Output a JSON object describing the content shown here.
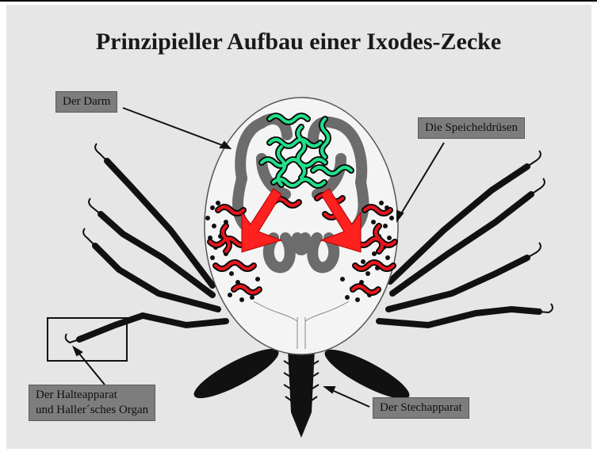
{
  "title": "Prinzipieller Aufbau einer Ixodes-Zecke",
  "labels": {
    "darm": "Der Darm",
    "speicheldruesen": "Die Speicheldrüsen",
    "halteapparat_line1": "Der Halteapparat",
    "halteapparat_line2": "und Haller´sches Organ",
    "stechapparat": "Der Stechapparat"
  },
  "colors": {
    "background": "#e6e6e6",
    "label_box": "#7d7d7d",
    "bacteria_green": "#1fe08a",
    "bacteria_red": "#e8151c",
    "arrow_red": "#ff2020"
  }
}
